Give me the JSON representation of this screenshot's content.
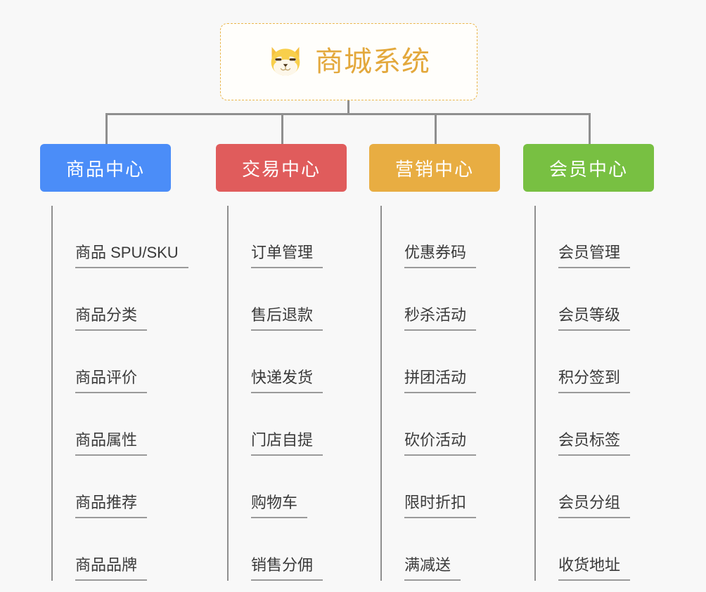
{
  "canvas": {
    "background_color": "#f8f8f8",
    "connector_color": "#8f8f8f"
  },
  "root": {
    "title": "商城系统",
    "icon": "shiba-dog-face-icon",
    "text_color": "#e3a83c",
    "border_color": "#eab64b",
    "background_color": "#fffefb"
  },
  "branches": [
    {
      "label": "商品中心",
      "color": "#4b8df8",
      "items": [
        "商品 SPU/SKU",
        "商品分类",
        "商品评价",
        "商品属性",
        "商品推荐",
        "商品品牌"
      ]
    },
    {
      "label": "交易中心",
      "color": "#e05c5c",
      "items": [
        "订单管理",
        "售后退款",
        "快递发货",
        "门店自提",
        "购物车",
        "销售分佣"
      ]
    },
    {
      "label": "营销中心",
      "color": "#e8ad42",
      "items": [
        "优惠券码",
        "秒杀活动",
        "拼团活动",
        "砍价活动",
        "限时折扣",
        "满减送"
      ]
    },
    {
      "label": "会员中心",
      "color": "#78c042",
      "items": [
        "会员管理",
        "会员等级",
        "积分签到",
        "会员标签",
        "会员分组",
        "收货地址"
      ]
    }
  ]
}
